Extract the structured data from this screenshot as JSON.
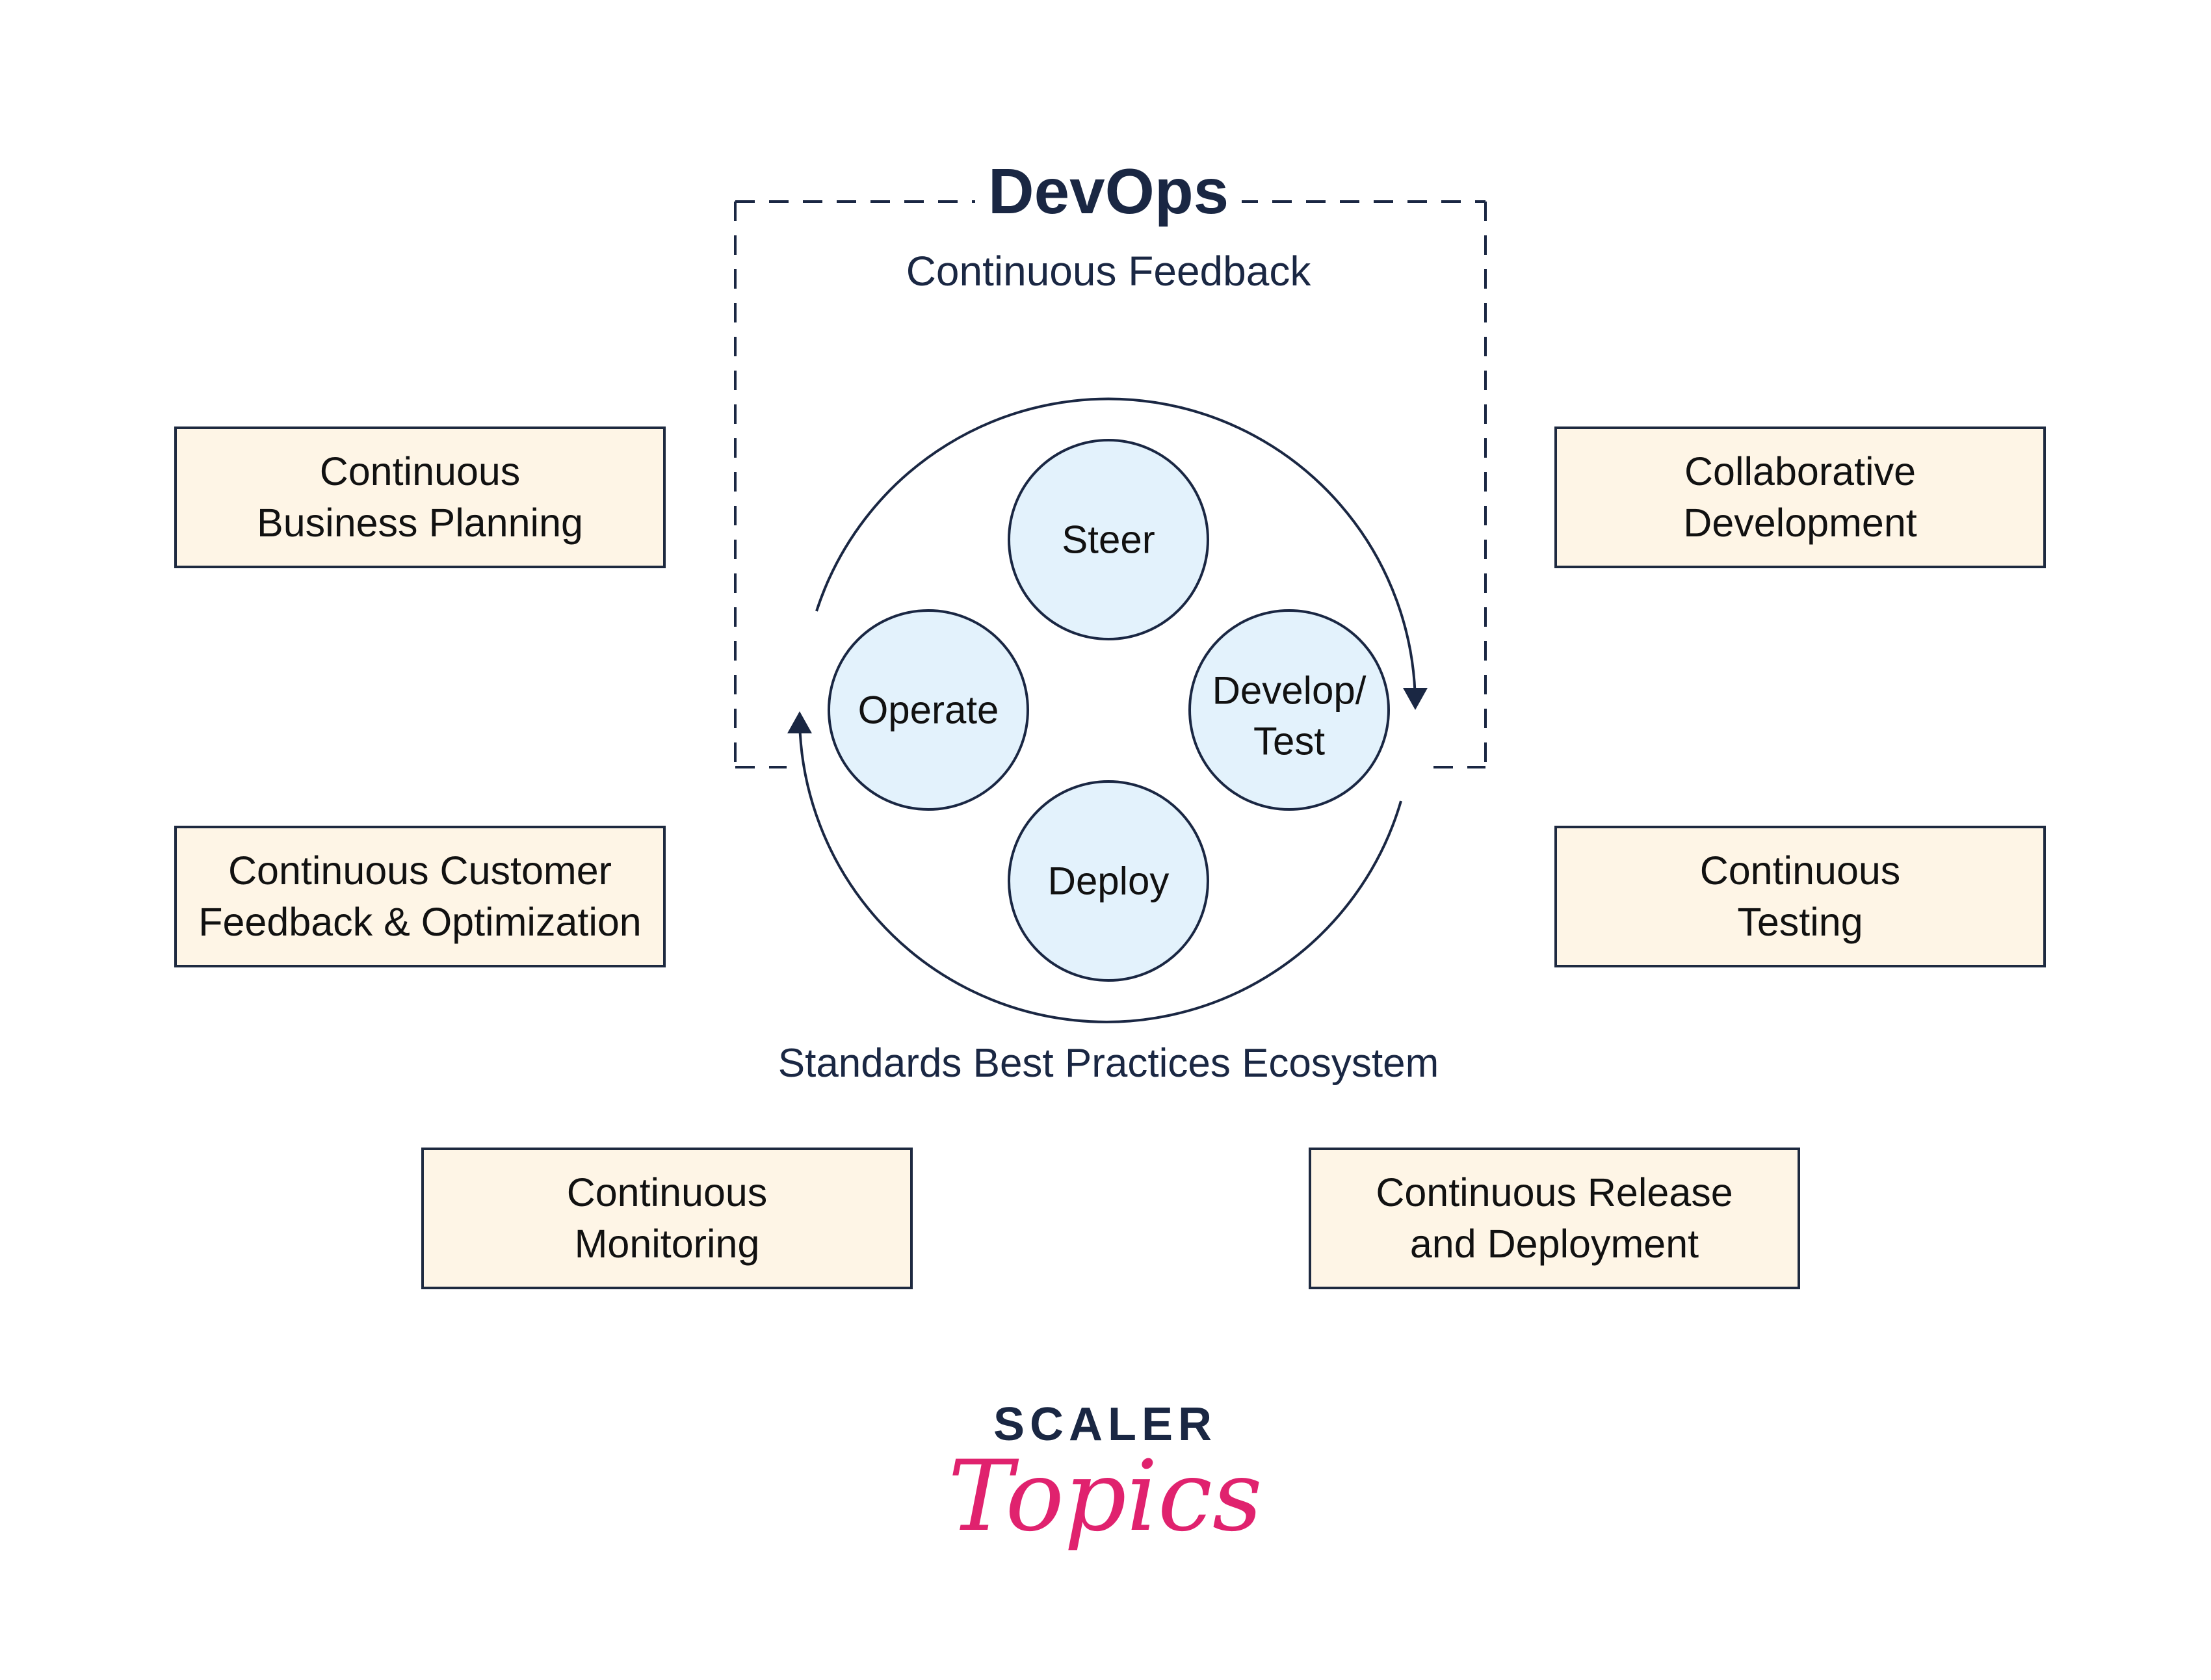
{
  "diagram": {
    "title": "DevOps",
    "subtitle": "Continuous Feedback",
    "bottom_label": "Standards Best Practices Ecosystem",
    "phases": {
      "top": "Steer",
      "left": "Operate",
      "right_line1": "Develop/",
      "right_line2": "Test",
      "bottom": "Deploy"
    },
    "boxes": {
      "top_left": [
        "Continuous",
        "Business Planning"
      ],
      "top_right": [
        "Collaborative",
        "Development"
      ],
      "mid_left": [
        "Continuous Customer",
        "Feedback & Optimization"
      ],
      "mid_right": [
        "Continuous",
        "Testing"
      ],
      "bottom_left": [
        "Continuous",
        "Monitoring"
      ],
      "bottom_right": [
        "Continuous Release",
        "and Deployment"
      ]
    }
  },
  "brand": {
    "name": "SCALER",
    "script": "Topics"
  },
  "colors": {
    "navy": "#1a2743",
    "box_fill": "#fef5e6",
    "circle_fill": "#e3f2fc",
    "brand_pink": "#e0226e"
  }
}
